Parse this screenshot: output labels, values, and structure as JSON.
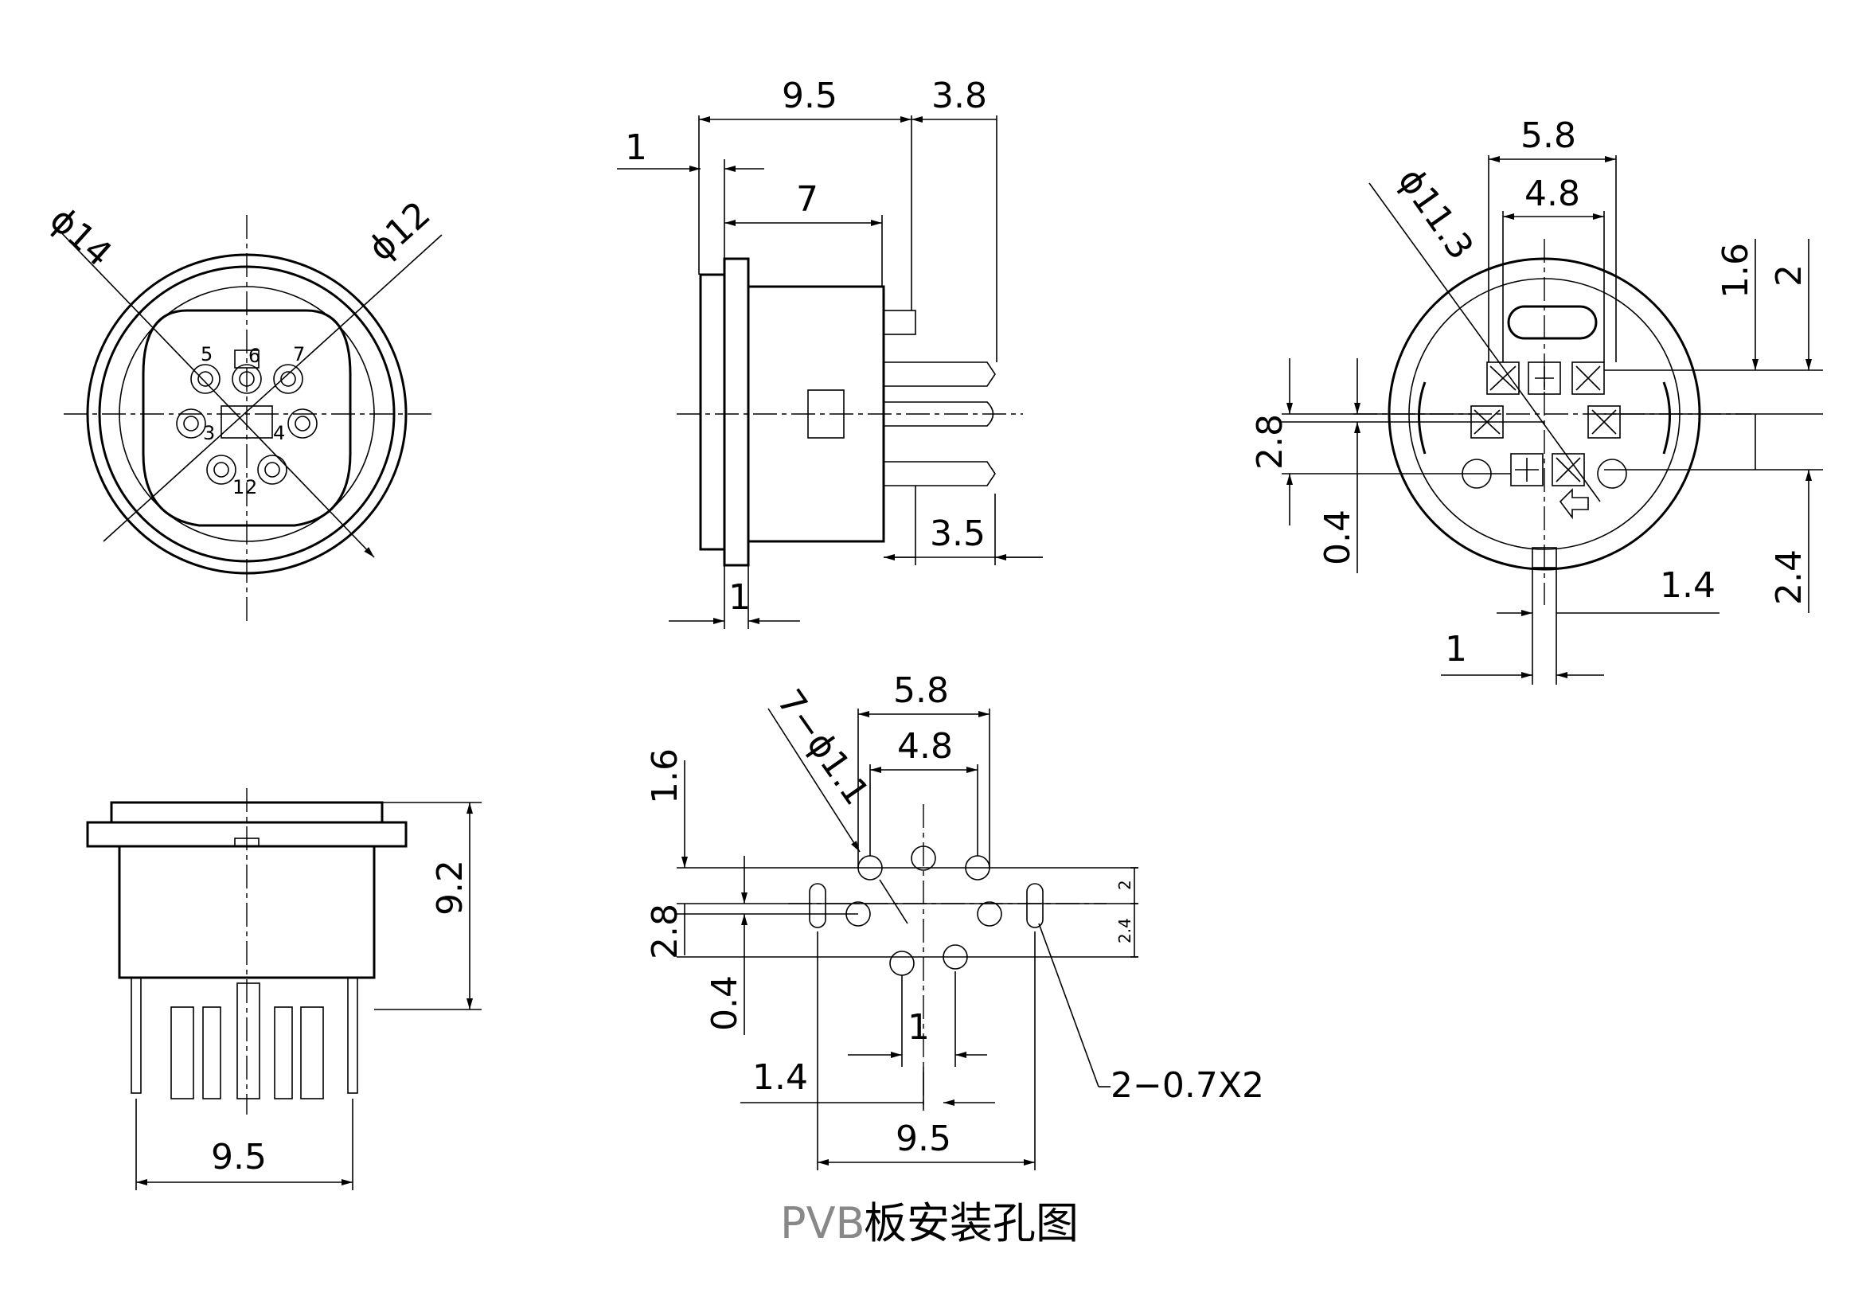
{
  "front_view": {
    "diameter_outer": "ϕ14",
    "diameter_inner": "ϕ12",
    "pin_labels": [
      "5",
      "6",
      "7",
      "3",
      "4",
      "1",
      "2"
    ]
  },
  "side_view": {
    "dim_top_a": "9.5",
    "dim_top_b": "3.8",
    "dim_flange": "1",
    "dim_body": "7",
    "dim_pin": "3.5",
    "dim_bottom": "1"
  },
  "rear_view": {
    "diameter": "ϕ11.3",
    "dim_5_8": "5.8",
    "dim_4_8": "4.8",
    "dim_1_6": "1.6",
    "dim_2": "2",
    "dim_2_8": "2.8",
    "dim_0_4": "0.4",
    "dim_2_4": "2.4",
    "dim_1_4": "1.4",
    "dim_1": "1"
  },
  "bottom_view": {
    "dim_height": "9.2",
    "dim_width": "9.5"
  },
  "pcb_layout": {
    "dim_5_8": "5.8",
    "dim_4_8": "4.8",
    "hole_spec": "7−ϕ1.1",
    "dim_1_6": "1.6",
    "dim_2_8": "2.8",
    "dim_0_4": "0.4",
    "dim_2_small": "2",
    "dim_2_4_small": "2.4",
    "dim_1": "1",
    "dim_1_4": "1.4",
    "dim_9_5": "9.5",
    "slot_spec": "2−0.7X2",
    "caption_prefix": "PVB",
    "caption_text": "板安装孔图"
  }
}
